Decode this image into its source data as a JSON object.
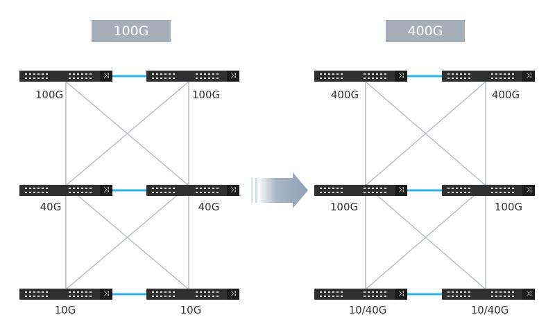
{
  "left": {
    "title": "100G",
    "labels": [
      "100G",
      "100G",
      "40G",
      "40G",
      "10G",
      "10G"
    ]
  },
  "right": {
    "title": "400G",
    "labels": [
      "400G",
      "400G",
      "100G",
      "100G",
      "10/40G",
      "10/40G"
    ]
  },
  "colors": {
    "title_bg": "#a6aeb8",
    "switch_body": "#2f2f2f",
    "uplink": "#29b3e0",
    "mesh": "#b9bfc8",
    "arrow": "#98a8bc"
  },
  "icons": {
    "switch_end": "shuffle-icon",
    "transition": "right-arrow-icon"
  }
}
